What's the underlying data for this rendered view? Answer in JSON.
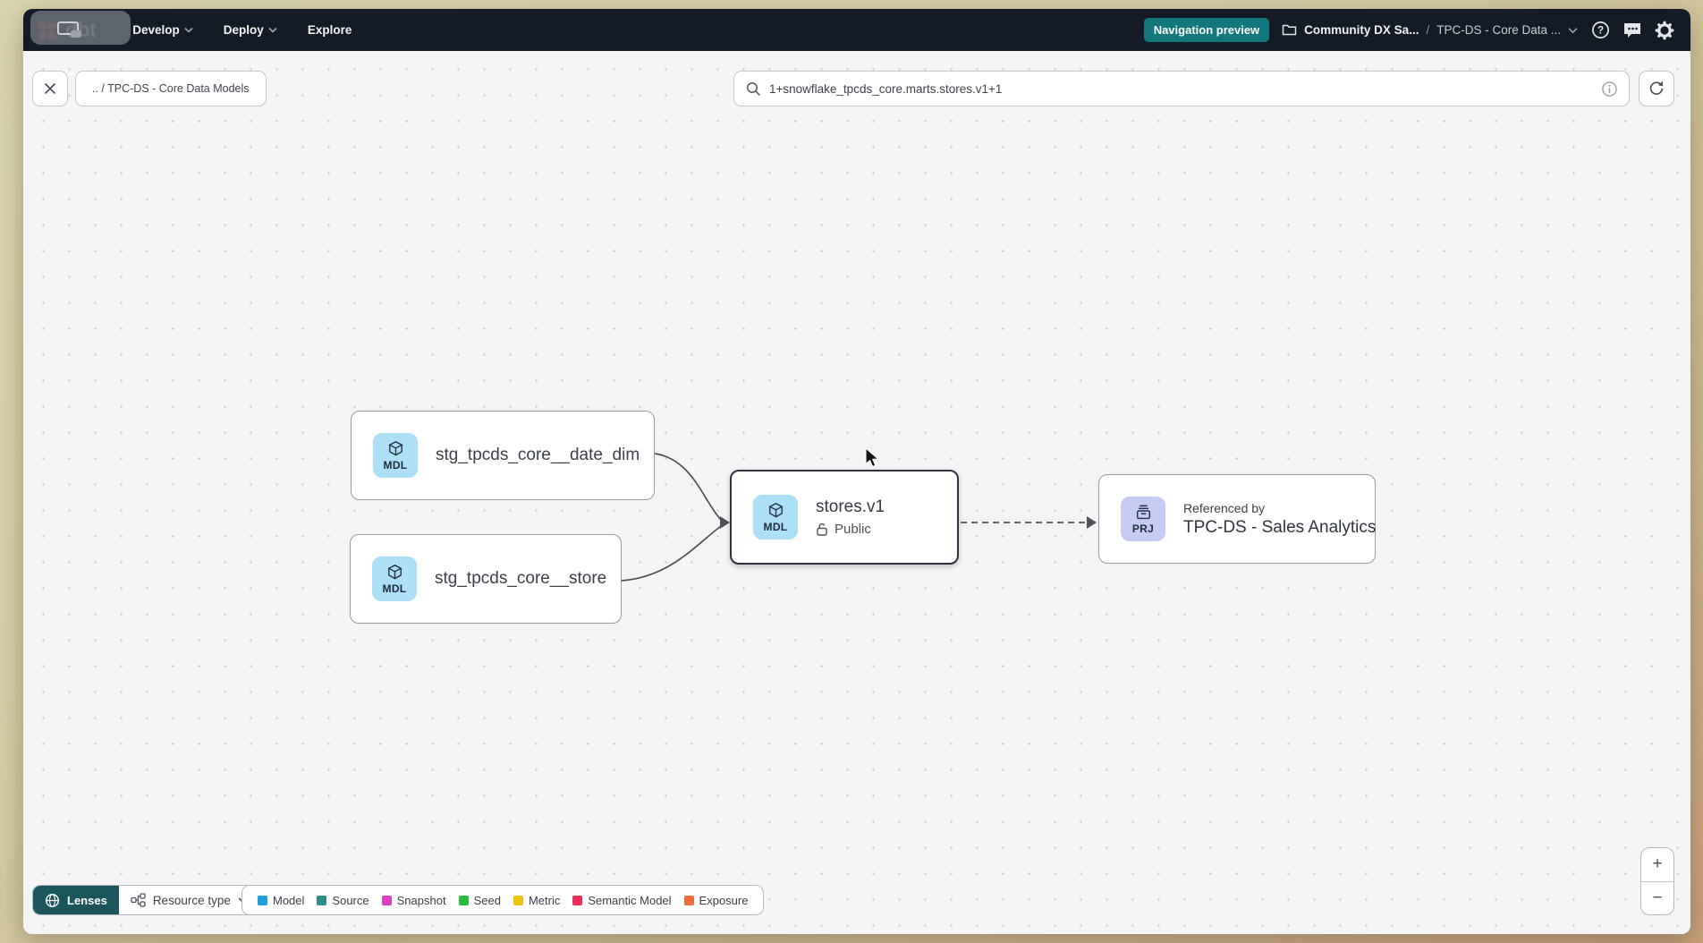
{
  "navbar": {
    "logo": "dbt",
    "menu": [
      {
        "label": "Develop"
      },
      {
        "label": "Deploy"
      },
      {
        "label": "Explore"
      }
    ],
    "preview_badge": "Navigation preview",
    "account": "Community DX Sa...",
    "separator": "/",
    "project": "TPC-DS - Core Data ..."
  },
  "toolbar": {
    "breadcrumb": ".. / TPC-DS - Core Data Models",
    "search_value": "1+snowflake_tpcds_core.marts.stores.v1+1"
  },
  "graph": {
    "nodes": {
      "date_dim": {
        "badge": "MDL",
        "label": "stg_tpcds_core__date_dim"
      },
      "store": {
        "badge": "MDL",
        "label": "stg_tpcds_core__store"
      },
      "stores_v1": {
        "badge": "MDL",
        "label": "stores.v1",
        "access": "Public"
      },
      "sales_analytics": {
        "badge": "PRJ",
        "caption": "Referenced by",
        "label": "TPC-DS - Sales Analytics"
      }
    }
  },
  "footer": {
    "lenses_label": "Lenses",
    "resource_type_label": "Resource type",
    "legend": {
      "items": [
        {
          "label": "Model",
          "color": "#219fdb"
        },
        {
          "label": "Source",
          "color": "#2e8c8c"
        },
        {
          "label": "Snapshot",
          "color": "#de3fbe"
        },
        {
          "label": "Seed",
          "color": "#25bd3a"
        },
        {
          "label": "Metric",
          "color": "#e9c30a"
        },
        {
          "label": "Semantic Model",
          "color": "#ec2e58"
        },
        {
          "label": "Exposure",
          "color": "#f06e3b"
        }
      ]
    }
  },
  "zoom_controls": {
    "zoom_in": "+",
    "zoom_out": "−"
  },
  "colors": {
    "navbar_bg": "#151b26",
    "brand_orange": "#ff5633",
    "preview_teal": "#12787d",
    "lenses_teal": "#1a565c",
    "model_badge_bg": "#abe0f7",
    "project_badge_bg": "#c5cbf3",
    "canvas_bg": "#f4f4f5"
  }
}
